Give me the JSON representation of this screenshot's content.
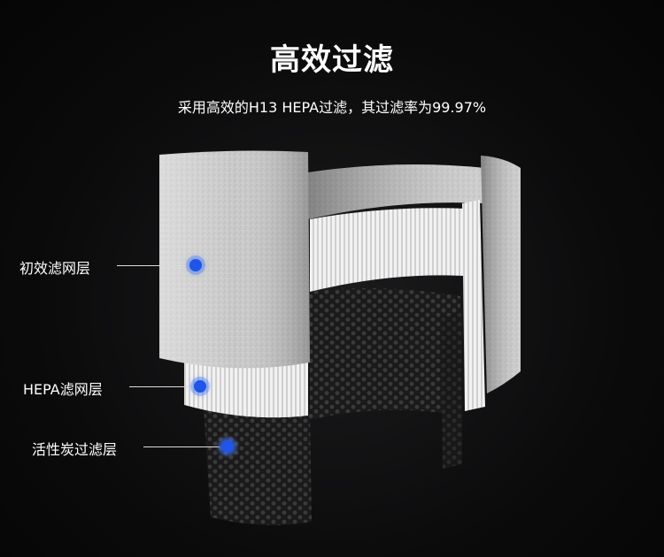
{
  "header": {
    "title": "高效过滤",
    "subtitle": "采用高效的H13 HEPA过滤，其过滤率为99.97%"
  },
  "layers": [
    {
      "label": "初效滤网层",
      "icon": "marker-dot-icon"
    },
    {
      "label": "HEPA滤网层",
      "icon": "marker-dot-icon"
    },
    {
      "label": "活性炭过滤层",
      "icon": "marker-dot-icon"
    }
  ],
  "colors": {
    "background": "#0b0b0c",
    "marker": "#1f55e8",
    "text": "#ffffff"
  }
}
